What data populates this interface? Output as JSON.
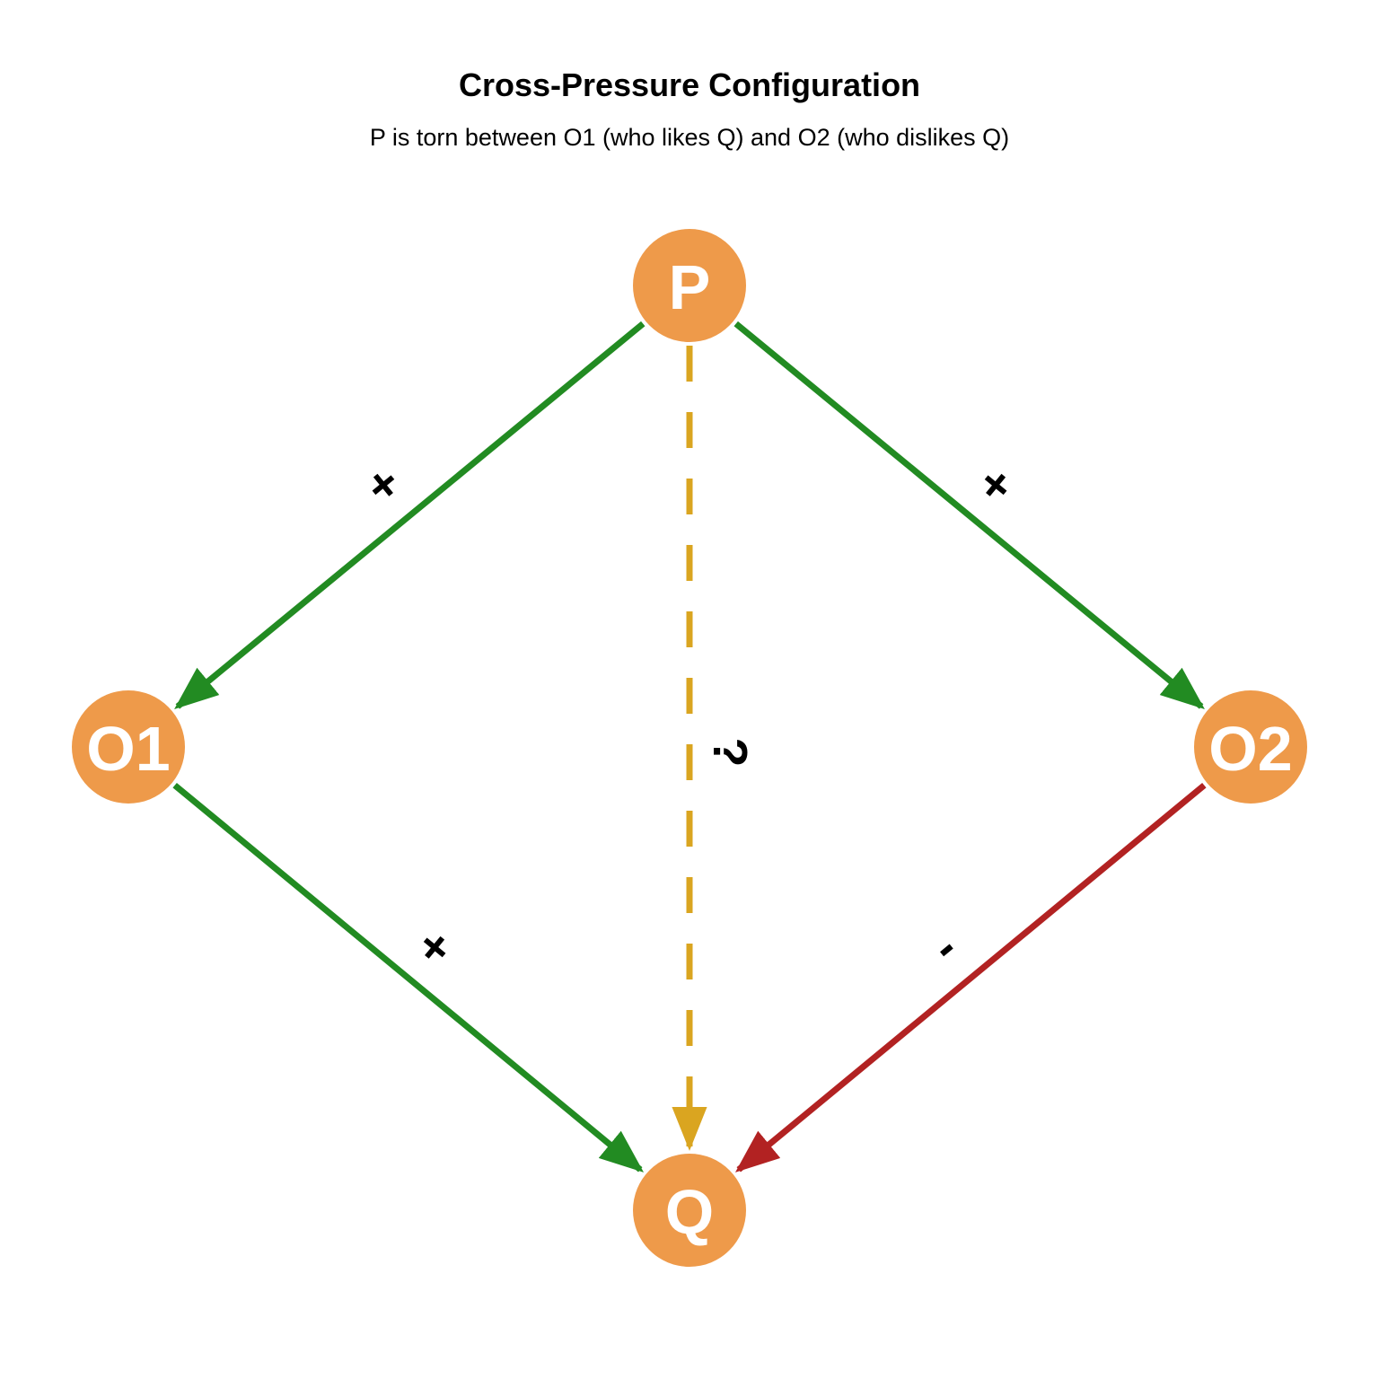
{
  "title": "Cross-Pressure Configuration",
  "subtitle": "P is torn between O1 (who likes Q) and O2 (who dislikes Q)",
  "colors": {
    "node": "#EE9A4A",
    "positive": "#228B22",
    "negative": "#B22222",
    "unknown": "#DAA520"
  },
  "nodes": [
    {
      "id": "P",
      "label": "P"
    },
    {
      "id": "O1",
      "label": "O1"
    },
    {
      "id": "O2",
      "label": "O2"
    },
    {
      "id": "Q",
      "label": "Q"
    }
  ],
  "edges": [
    {
      "from": "P",
      "to": "O1",
      "sign": "+",
      "type": "positive"
    },
    {
      "from": "P",
      "to": "O2",
      "sign": "+",
      "type": "positive"
    },
    {
      "from": "O1",
      "to": "Q",
      "sign": "+",
      "type": "positive"
    },
    {
      "from": "O2",
      "to": "Q",
      "sign": "-",
      "type": "negative"
    },
    {
      "from": "P",
      "to": "Q",
      "sign": "?",
      "type": "unknown"
    }
  ]
}
